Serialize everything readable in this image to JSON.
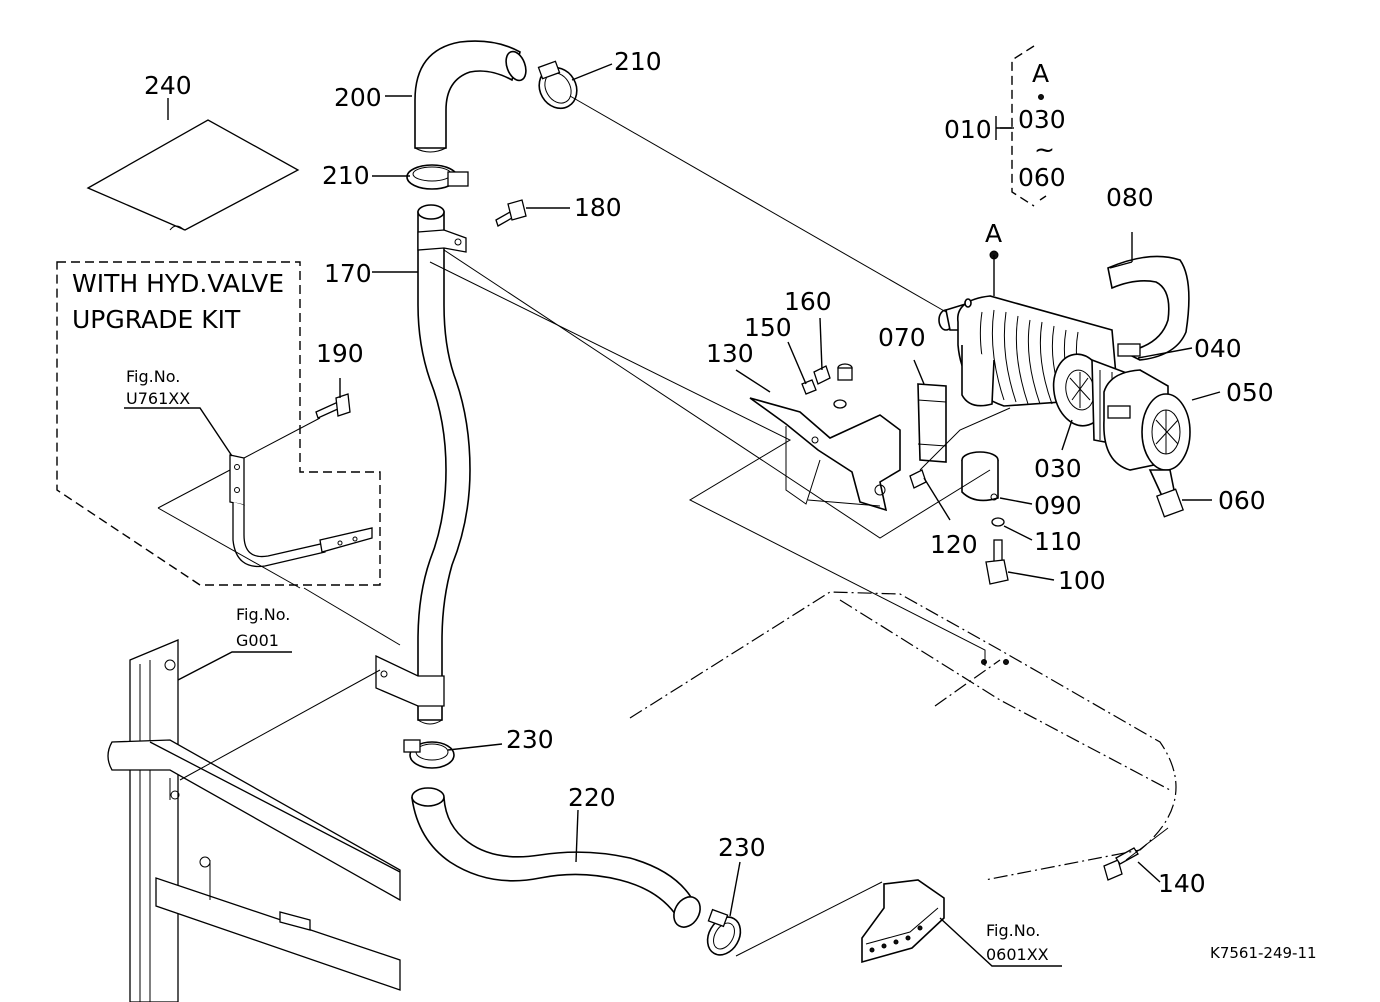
{
  "diagram_code": "K7561-249-11",
  "kit_note": {
    "line1": "WITH HYD.VALVE",
    "line2": "UPGRADE KIT"
  },
  "fig_refs": [
    {
      "prefix": "Fig.No.",
      "number": "U761XX"
    },
    {
      "prefix": "Fig.No.",
      "number": "G001"
    },
    {
      "prefix": "Fig.No.",
      "number": "0601XX"
    }
  ],
  "group_note": {
    "item": "010",
    "marker": "A",
    "from": "030",
    "tilde": "~",
    "to": "060"
  },
  "marker_label": "A",
  "parts": [
    "240",
    "200",
    "210",
    "210",
    "180",
    "170",
    "190",
    "160",
    "150",
    "130",
    "070",
    "080",
    "040",
    "050",
    "030",
    "060",
    "090",
    "120",
    "110",
    "100",
    "230",
    "220",
    "230",
    "140"
  ]
}
